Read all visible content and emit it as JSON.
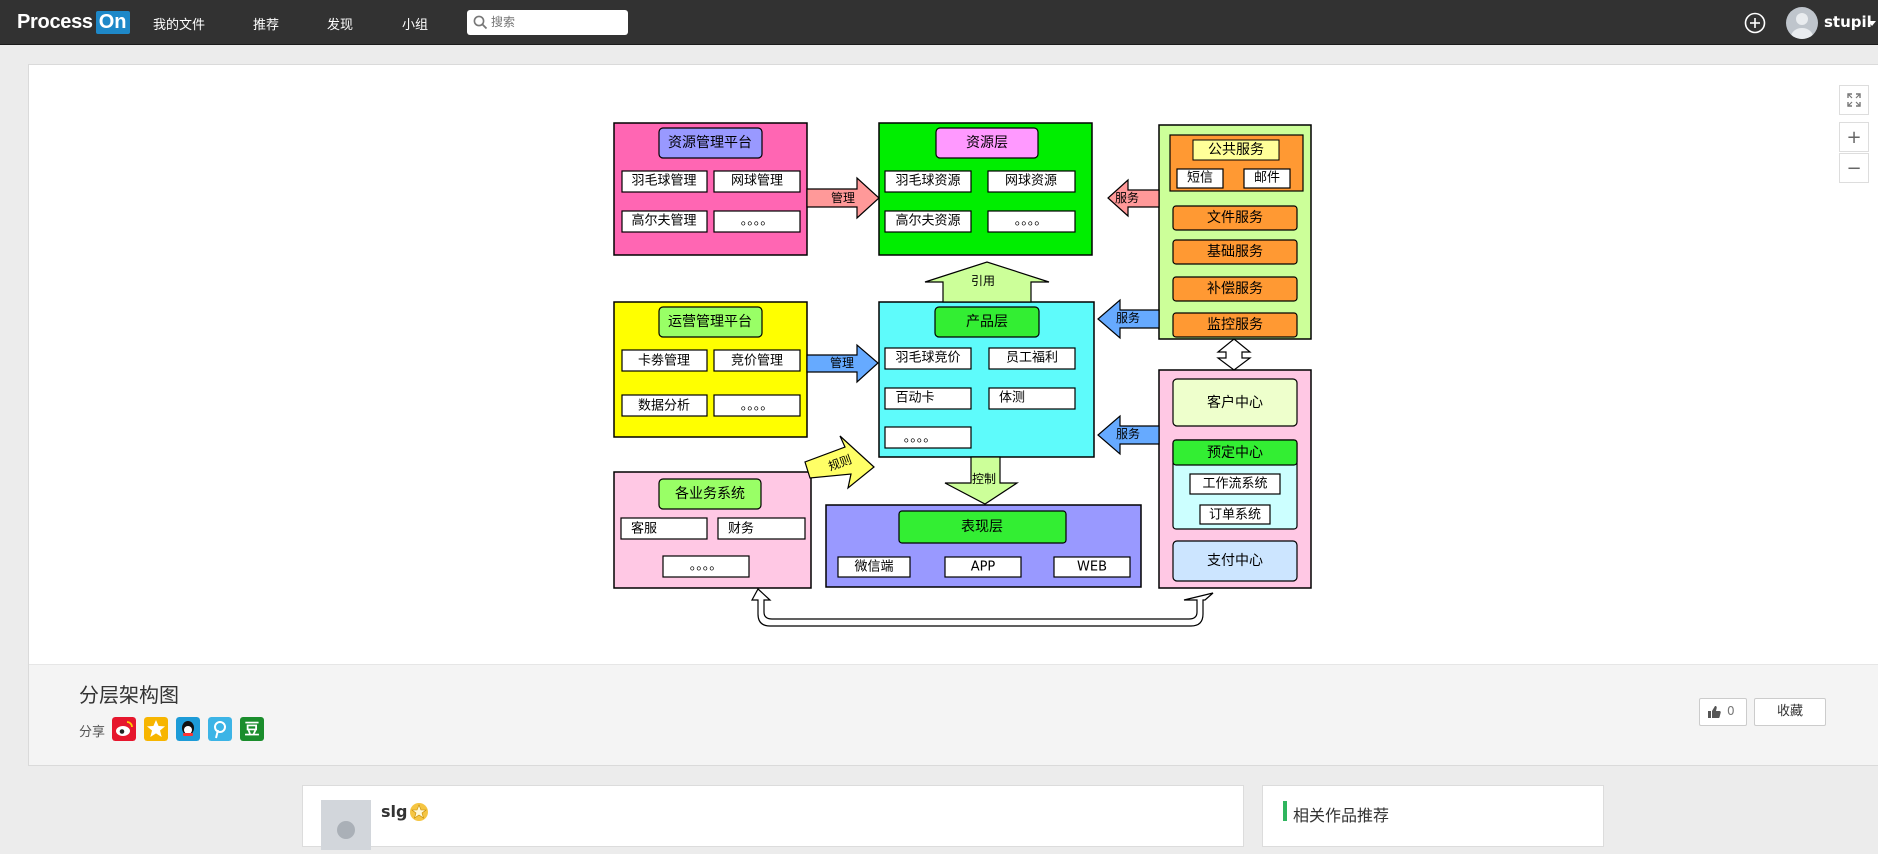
{
  "topbar": {
    "logo_process": "Process",
    "logo_on": "On",
    "nav": [
      "我的文件",
      "推荐",
      "发现",
      "小组"
    ],
    "search_placeholder": "搜索",
    "username": "stupil"
  },
  "diagram": {
    "resource_mgmt": {
      "title": "资源管理平台",
      "items": [
        "羽毛球管理",
        "网球管理",
        "高尔夫管理",
        "。。。。"
      ]
    },
    "resource_layer": {
      "title": "资源层",
      "items": [
        "羽毛球资源",
        "网球资源",
        "高尔夫资源",
        "。。。。"
      ]
    },
    "ops_mgmt": {
      "title": "运营管理平台",
      "items": [
        "卡劵管理",
        "竞价管理",
        "数据分析",
        "。。。。"
      ]
    },
    "product_layer": {
      "title": "产品层",
      "items": [
        "羽毛球竞价",
        "员工福利",
        "百动卡",
        "体测",
        "。。。。"
      ]
    },
    "biz_systems": {
      "title": "各业务系统",
      "items": [
        "客服",
        "财务",
        "。。。。"
      ]
    },
    "presentation": {
      "title": "表现层",
      "items": [
        "微信端",
        "APP",
        "WEB"
      ]
    },
    "services": {
      "title": "公共服务",
      "sub": [
        "短信",
        "邮件"
      ],
      "items": [
        "文件服务",
        "基础服务",
        "补偿服务",
        "监控服务"
      ]
    },
    "centers": {
      "customer": "客户中心",
      "booking": "预定中心",
      "booking_sub": [
        "工作流系统",
        "订单系统"
      ],
      "payment": "支付中心"
    },
    "arrows": {
      "manage1": "管理",
      "manage2": "管理",
      "service1": "服务",
      "service2": "服务",
      "service3": "服务",
      "ref": "引用",
      "rule": "规则",
      "control": "控制"
    }
  },
  "footer": {
    "title": "分层架构图",
    "share_label": "分享",
    "share_icons": [
      "weibo-icon",
      "qzone-icon",
      "qq-icon",
      "pinterest-icon",
      "douban-icon"
    ],
    "douban_glyph": "豆",
    "like_count": "0",
    "fav_label": "收藏"
  },
  "author": {
    "name": "slg"
  },
  "related": {
    "title": "相关作品推荐"
  },
  "colors": {
    "topbar": "#323232",
    "logo_blue": "#1e88c8",
    "pink": "#ff66b3",
    "green": "#00ee00",
    "yellow": "#ffff00",
    "cyan": "#5efbfb",
    "violet": "#9999ff",
    "lightpink": "#ffc8e4",
    "lightgreen": "#ccff99",
    "orange": "#ff9933"
  }
}
